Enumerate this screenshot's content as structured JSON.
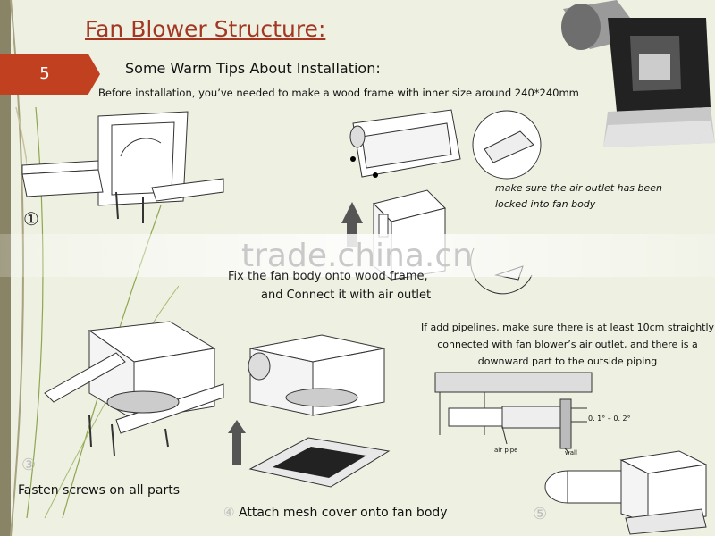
{
  "title": "Fan Blower Structure:",
  "section_number": "5",
  "subtitle": "Some Warm Tips About Installation:",
  "intro": "Before installation, you’ve needed to make a wood frame with inner size around 240*240mm",
  "note_outlet_locked": "make sure the air outlet has been locked into fan body",
  "watermark": "trade.china.cn",
  "step2_line1": "Fix the fan body onto wood frame,",
  "step2_line2": "and Connect it with air outlet",
  "note_pipelines": "If add pipelines, make sure there is at least 10cm straightly connected with fan blower’s air outlet, and there is a downward part to the outside piping",
  "diagram_labels": {
    "dimension": "0. 1° – 0. 2°",
    "air_pipe": "air pipe",
    "wall": "wall"
  },
  "step_markers": {
    "step1": "①",
    "step3": "③",
    "step4": "④",
    "step5": "⑤"
  },
  "step3_caption": "Fasten screws on all parts",
  "step4_caption": "Attach mesh cover onto fan body",
  "colors": {
    "title": "#a33722",
    "badge": "#c1401f",
    "background": "#eef0e2"
  }
}
